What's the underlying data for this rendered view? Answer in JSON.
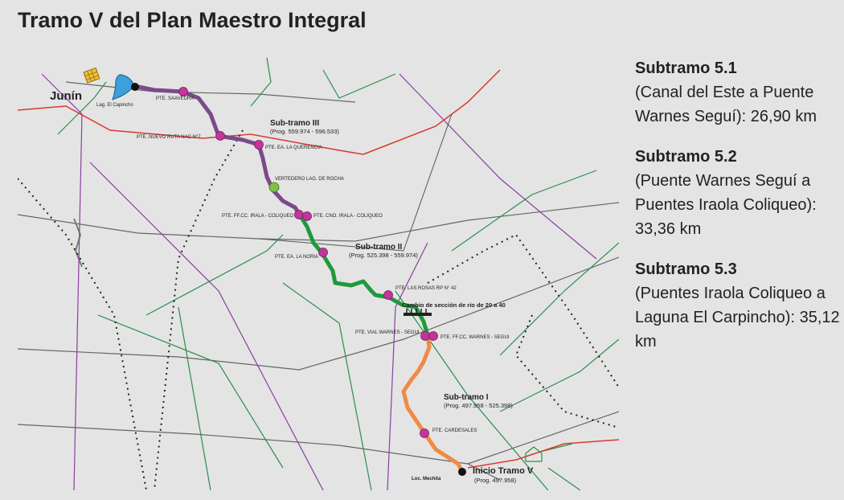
{
  "title": "Tramo V del Plan Maestro Integral",
  "legend": [
    {
      "name": "Subtramo 5.1",
      "desc": "(Canal del Este a Puente Warnes Seguí): 26,90 km"
    },
    {
      "name": "Subtramo 5.2",
      "desc": "(Puente Warnes Seguí a Puentes Iraola Coliqueo): 33,36 km"
    },
    {
      "name": "Subtramo 5.3",
      "desc": "(Puentes Iraola Coliqueo a Laguna El Carpincho): 35,12 km"
    }
  ],
  "map": {
    "city": "Junín",
    "lagoon": "Lag. El Capincho",
    "sections": [
      {
        "name": "Sub-tramo III",
        "prog": "(Prog. 559.974 - 596.533)",
        "color": "#7b4a8a"
      },
      {
        "name": "Sub-tramo II",
        "prog": "(Prog. 525.398 - 559.974)",
        "color": "#1e9a3c"
      },
      {
        "name": "Sub-tramo I",
        "prog": "(Prog. 497.958 - 525.398)",
        "color": "#ef8a47"
      }
    ],
    "bridges": {
      "saavedra": "PTE. SAAVEDRA",
      "ruta7": "PTE. NUEVO RUTA NAC N°7",
      "querencia": "PTE. EA. LA QUERENCIA",
      "vertedero": "VERTEDERO LAG. DE ROCHA",
      "ffcc_iraola": "PTE. FF.CC. IRALA - COLIQUEO",
      "cno_iraola": "PTE. CNO. IRALA - COLIQUEO",
      "noria": "PTE. EA. LA NORIA",
      "rosas": "PTE. LAS ROSAS RP N° 42",
      "vial_warnes": "PTE. VIAL WARNES - SEGUI",
      "ffcc_warnes": "PTE. FF.CC. WARNES - SEGUI",
      "cardesales": "PTE. CARDESALES"
    },
    "section_change": "Cambio de sección de río de 20 a 40",
    "start": {
      "label": "Inicio Tramo V",
      "prog": "(Prog. 497.958)",
      "locality": "Loc. Mechita"
    },
    "colors": {
      "background": "#e4e4e4",
      "bridge": "#c2359a",
      "vertedero": "#7cc145",
      "red_road": "#d83a30",
      "green_line": "#2a8f4c",
      "purple_line": "#8b3fa0",
      "grey_line": "#666666",
      "dotted": "#222222",
      "lagoon": "#3ba0dc"
    }
  }
}
